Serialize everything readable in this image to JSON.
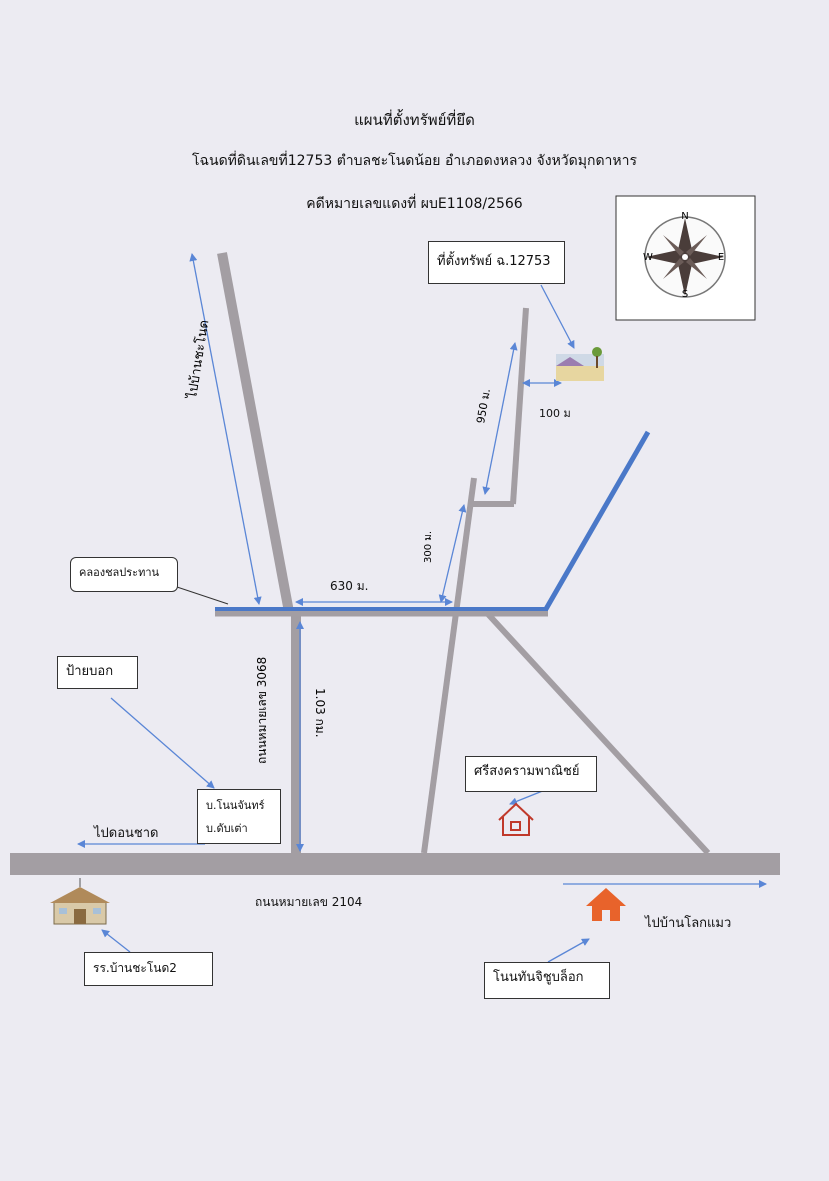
{
  "header": {
    "title": "แผนที่ตั้งทรัพย์ที่ยึด",
    "deed_line": "โฉนดที่ดินเลขที่12753 ตำบลชะโนดน้อย อำเภอดงหลวง จังหวัดมุกดาหาร",
    "case_line": "คดีหมายเลขแดงที่ ผบE1108/2566"
  },
  "compass": {
    "n": "N",
    "s": "S",
    "e": "E",
    "w": "W"
  },
  "labels": {
    "property": "ที่ตั้งทรัพย์ ฉ.12753",
    "canal": "คลองชลประทาน",
    "signpost": "ป้ายบอก",
    "sign_line1": "บ.โนนจันทร์",
    "sign_line2": "บ.ดับเต่า",
    "to_chanot": "ไปบ้านชะโนด",
    "to_don_chat": "ไปดอนชาด",
    "road_3068": "ถนนหมายเลข 3068",
    "road_2104": "ถนนหมายเลข 2104",
    "dist_630": "630 ม.",
    "dist_300": "300 ม.",
    "dist_950": "950 ม.",
    "dist_100": "100 ม",
    "dist_103": "1.03 กม.",
    "shop": "ศรีสงครามพาณิชย์",
    "school": "รร.บ้านชะโนด2",
    "to_lok_maeo": "ไปบ้านโลกแมว",
    "non_than": "โนนทันจิชูบล็อก"
  },
  "colors": {
    "road": "#a39ea3",
    "canal": "#4a78c8",
    "arrow": "#5a86d6",
    "shop_icon": "#c0392b",
    "house_icon": "#e8632b"
  }
}
